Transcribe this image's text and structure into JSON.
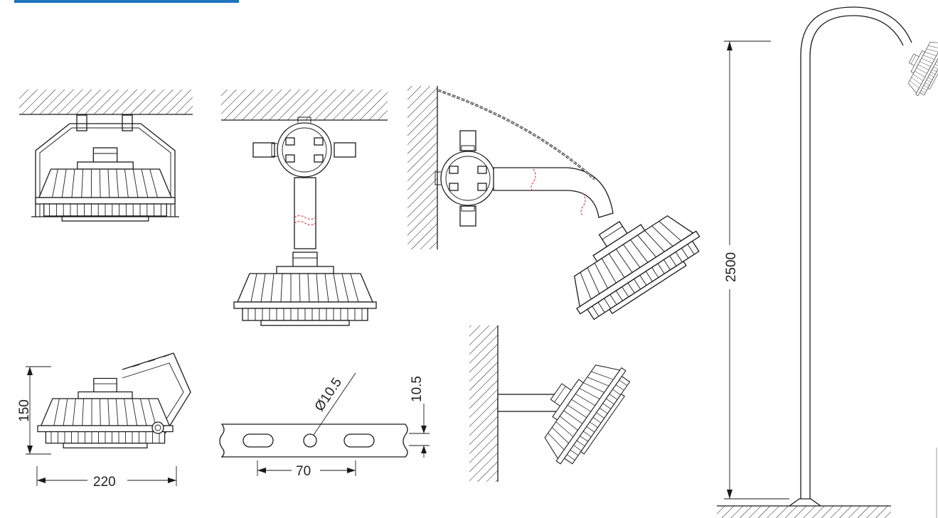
{
  "colors": {
    "accent": "#1e73be",
    "line": "#1a1a1a",
    "cut_marks": "#d42a2a",
    "background": "#ffffff"
  },
  "dimensions": {
    "lamp_width": "220",
    "lamp_height": "150",
    "hole_diameter": "Ø10.5",
    "slot_spacing": "70",
    "bracket_offset": "10.5",
    "pole_height": "2500"
  }
}
